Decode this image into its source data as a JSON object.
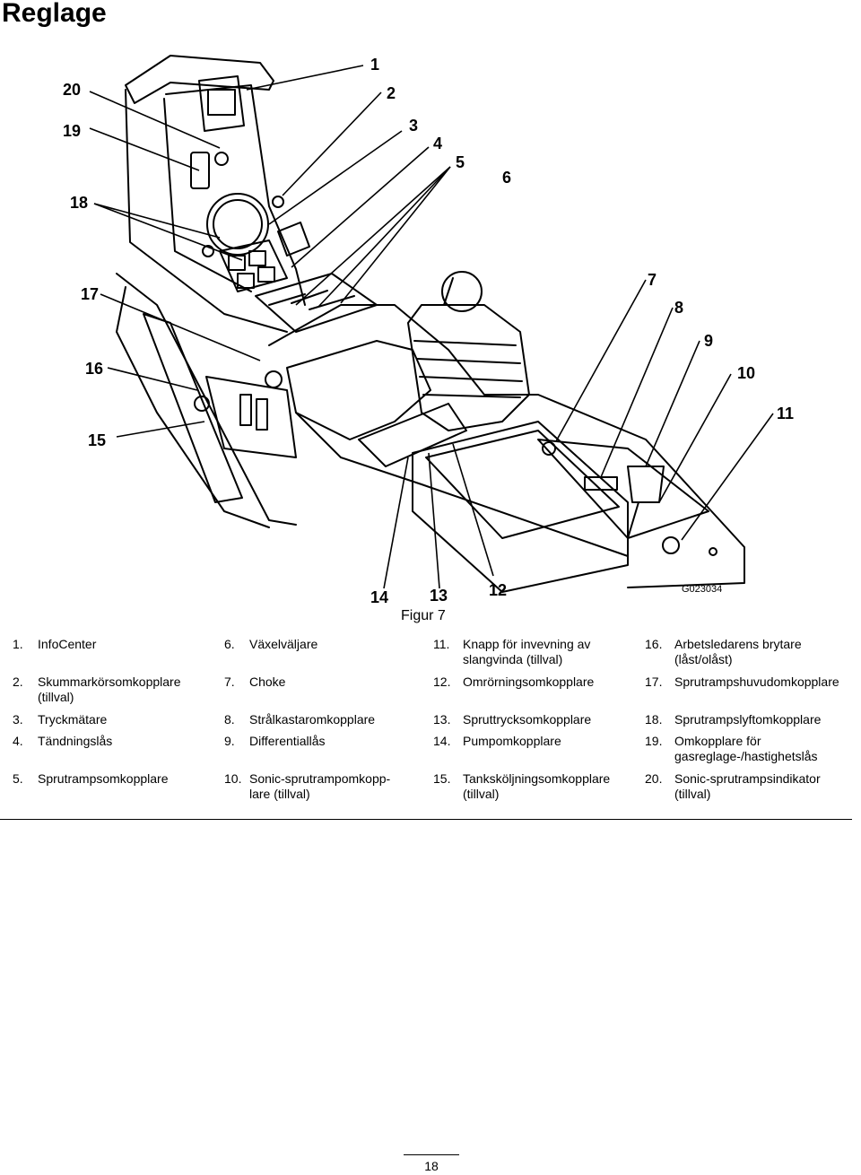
{
  "title": "Reglage",
  "figure": {
    "caption": "Figur 7",
    "code": "G023034",
    "callouts": [
      "1",
      "2",
      "3",
      "4",
      "5",
      "6",
      "7",
      "8",
      "9",
      "10",
      "11",
      "12",
      "13",
      "14",
      "15",
      "16",
      "17",
      "18",
      "19",
      "20"
    ]
  },
  "legend": [
    {
      "num": "1.",
      "text": "InfoCenter"
    },
    {
      "num": "2.",
      "text": "Skummarkörsomkopplare (tillval)"
    },
    {
      "num": "3.",
      "text": "Tryckmätare"
    },
    {
      "num": "4.",
      "text": "Tändningslås"
    },
    {
      "num": "5.",
      "text": "Sprutrampsomkopplare"
    },
    {
      "num": "6.",
      "text": "Växelväljare"
    },
    {
      "num": "7.",
      "text": "Choke"
    },
    {
      "num": "8.",
      "text": "Strålkastaromkopplare"
    },
    {
      "num": "9.",
      "text": "Differentiallås"
    },
    {
      "num": "10.",
      "text": "Sonic-sprutrampomkopp-lare (tillval)"
    },
    {
      "num": "11.",
      "text": "Knapp för invevning av slangvinda (tillval)"
    },
    {
      "num": "12.",
      "text": "Omrörningsomkopplare"
    },
    {
      "num": "13.",
      "text": "Spruttrycksomkopplare"
    },
    {
      "num": "14.",
      "text": "Pumpomkopplare"
    },
    {
      "num": "15.",
      "text": "Tanksköljningsomkopplare (tillval)"
    },
    {
      "num": "16.",
      "text": "Arbetsledarens brytare (låst/olåst)"
    },
    {
      "num": "17.",
      "text": "Sprutrampshuvudomkopplare"
    },
    {
      "num": "18.",
      "text": "Sprutrampslyftomkopplare"
    },
    {
      "num": "19.",
      "text": "Omkopplare för gasreglage-/hastighetslås"
    },
    {
      "num": "20.",
      "text": "Sonic-sprutrampsindikator (tillval)"
    }
  ],
  "page_number": "18"
}
